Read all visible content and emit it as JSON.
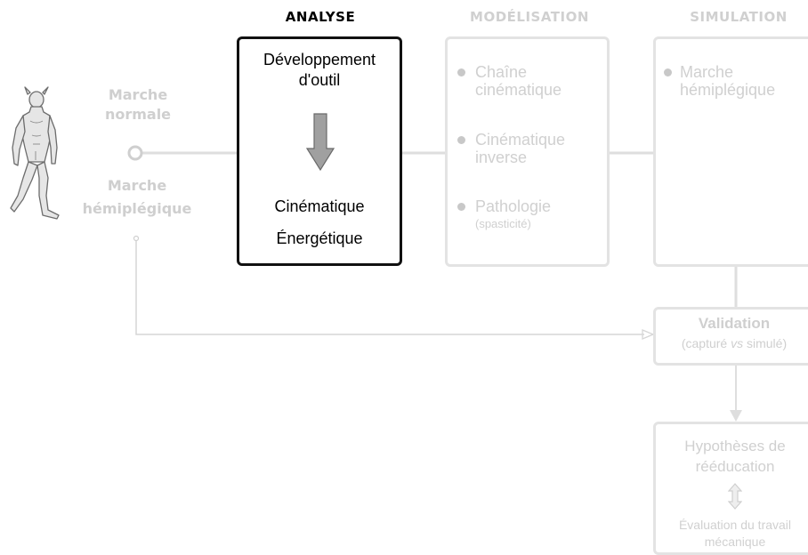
{
  "headers": {
    "analyse": "ANALYSE",
    "modelisation": "MODÉLISATION",
    "simulation": "SIMULATION"
  },
  "gait": {
    "normal": "Marche normale",
    "hemiplegic": "Marche hémiplégique"
  },
  "analyse_box": {
    "top": "Développement d'outil",
    "bottom_line1": "Cinématique",
    "bottom_line2": "Énergétique"
  },
  "modelisation_box": {
    "items": [
      "Chaîne cinématique",
      "Cinématique inverse",
      "Pathologie"
    ],
    "pathology_note": "(spasticité)"
  },
  "simulation_box": {
    "items": [
      "Marche hémiplégique"
    ]
  },
  "validation": {
    "title": "Validation",
    "sub_prefix": "(capturé ",
    "sub_italic": "vs",
    "sub_suffix": " simulé)"
  },
  "hypotheses": {
    "title": "Hypothèses de rééducation",
    "evaluation": "Évaluation du travail mécanique"
  },
  "colors": {
    "active": "#000000",
    "muted": "#d0d0d0",
    "arrow": "#9a9a9a"
  }
}
